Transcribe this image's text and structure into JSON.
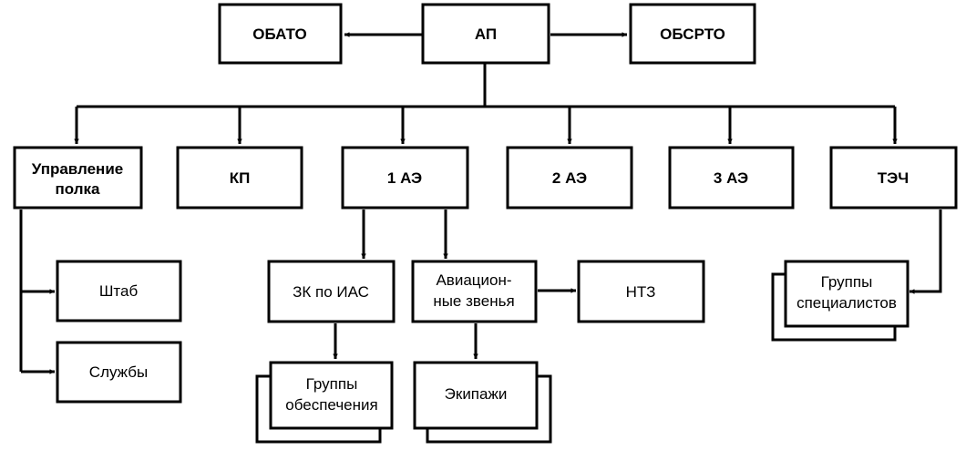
{
  "nodes": {
    "ap": {
      "lines": [
        "АП"
      ]
    },
    "obato": {
      "lines": [
        "ОБАТО"
      ]
    },
    "obsrto": {
      "lines": [
        "ОБСРТО"
      ]
    },
    "upravlenie": {
      "lines": [
        "Управление",
        "полка"
      ]
    },
    "kp": {
      "lines": [
        "КП"
      ]
    },
    "ae1": {
      "lines": [
        "1 АЭ"
      ]
    },
    "ae2": {
      "lines": [
        "2 АЭ"
      ]
    },
    "ae3": {
      "lines": [
        "3 АЭ"
      ]
    },
    "tech": {
      "lines": [
        "ТЭЧ"
      ]
    },
    "shtab": {
      "lines": [
        "Штаб"
      ]
    },
    "sluzhby": {
      "lines": [
        "Службы"
      ]
    },
    "zk_ias": {
      "lines": [
        "ЗК по ИАС"
      ]
    },
    "aviazvenya": {
      "lines": [
        "Авиацион-",
        "ные звенья"
      ]
    },
    "ntz": {
      "lines": [
        "НТЗ"
      ]
    },
    "gruppy_obesp": {
      "lines": [
        "Группы",
        "обеспечения"
      ]
    },
    "ekipazhi": {
      "lines": [
        "Экипажи"
      ]
    },
    "gruppy_spec": {
      "lines": [
        "Группы",
        "специалистов"
      ]
    }
  }
}
